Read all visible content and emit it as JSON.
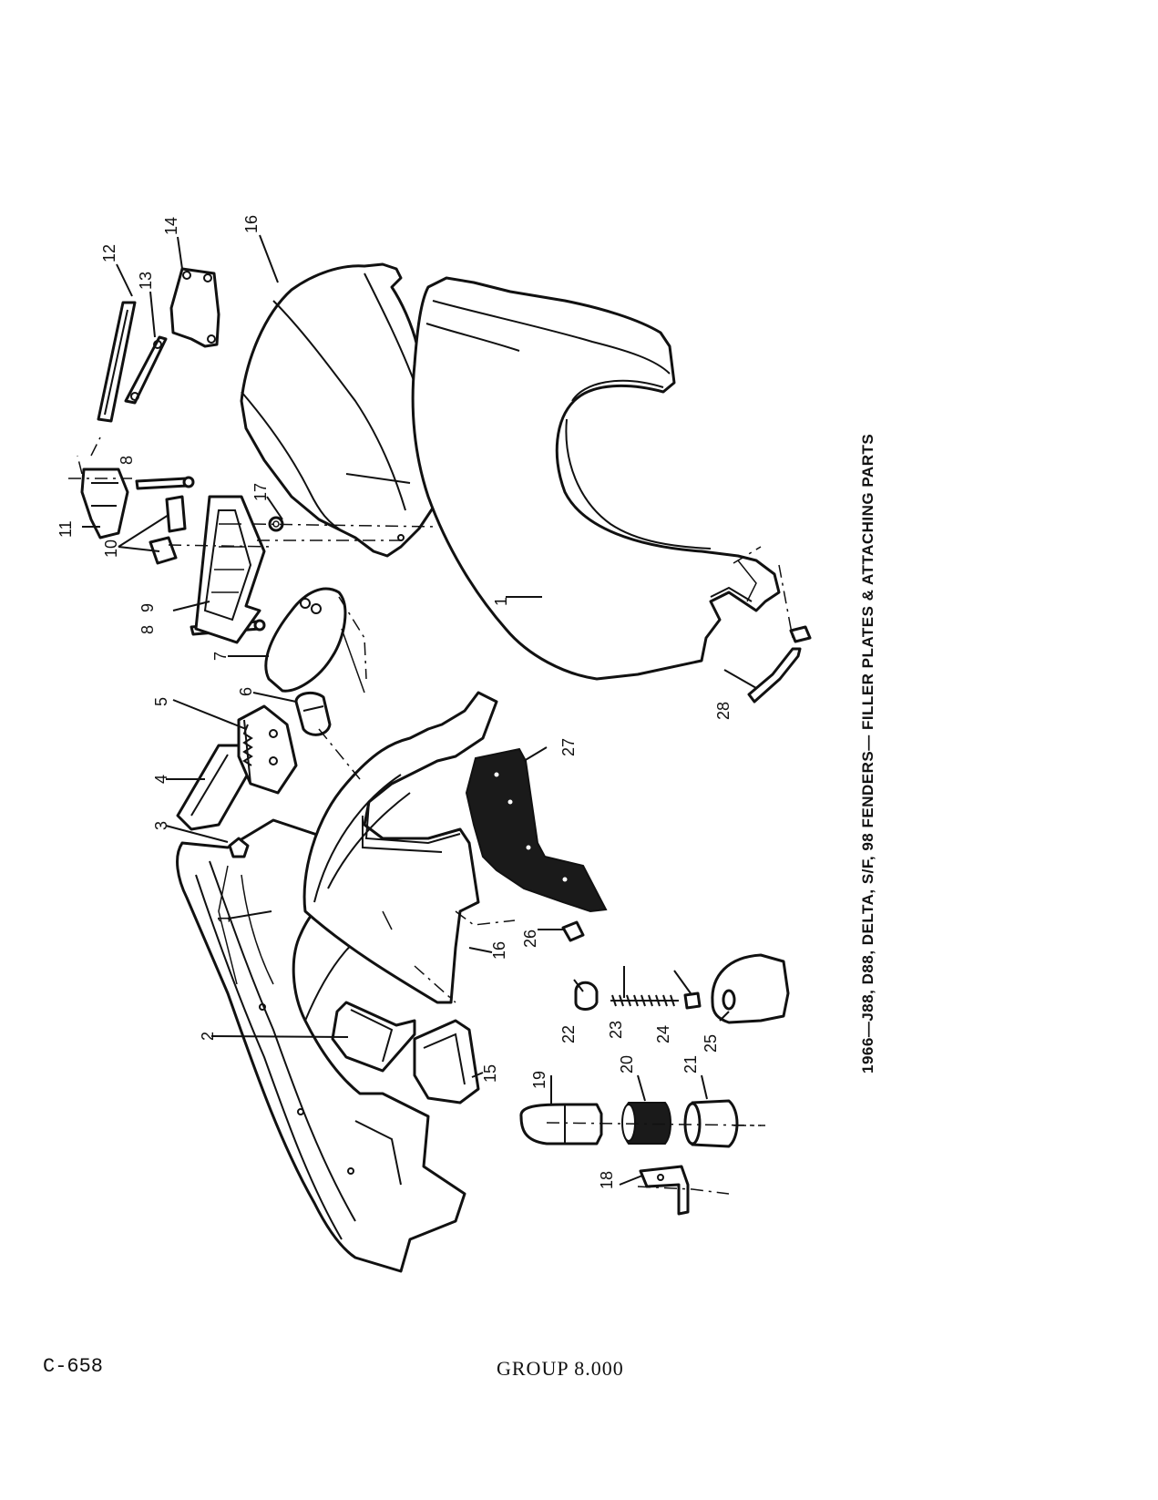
{
  "page": {
    "title": "1966—J88, D88, DELTA, S/F, 98 FENDERS— FILLER PLATES & ATTACHING PARTS",
    "page_code": "C-658",
    "group_label": "GROUP 8.000"
  },
  "callouts": [
    "1",
    "2",
    "3",
    "4",
    "5",
    "6",
    "7",
    "8",
    "8",
    "9",
    "10",
    "11",
    "12",
    "13",
    "14",
    "15",
    "16",
    "16",
    "17",
    "18",
    "19",
    "20",
    "21",
    "22",
    "23",
    "24",
    "25",
    "26",
    "27",
    "28",
    "1"
  ]
}
